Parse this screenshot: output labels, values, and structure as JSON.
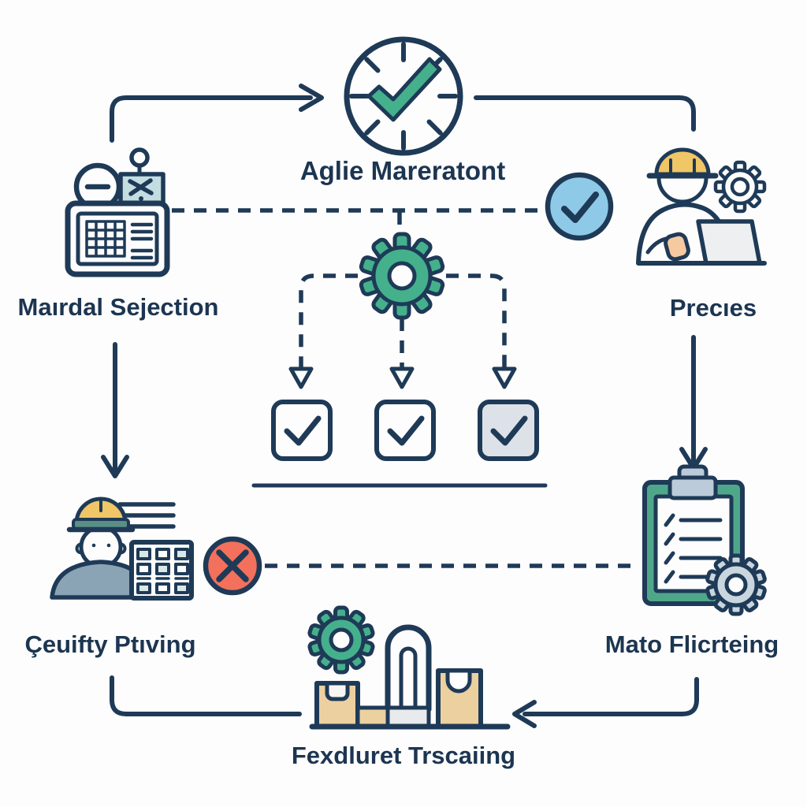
{
  "diagram": {
    "nodes": {
      "timer": {
        "label": "Aglie Mareratont",
        "icon": "clock-check-icon"
      },
      "material": {
        "label": "Maırdal Sejection",
        "icon": "control-panel-icon"
      },
      "process": {
        "label": "Precıes",
        "icon": "engineer-laptop-icon",
        "secondary_icon": "gear-outline-icon"
      },
      "quality": {
        "label": "Çeuifty Ptıving",
        "icon": "worker-keypad-icon"
      },
      "monitoring": {
        "label": "Mato Flicrteing",
        "icon": "clipboard-checklist-gear-icon"
      },
      "production": {
        "label": "Fexdluret Trscaiing",
        "icon": "factory-conveyor-icon"
      }
    },
    "badges": {
      "pass_icon": "blue-check-circle-icon",
      "fail_icon": "red-x-circle-icon",
      "decision_icon": "green-gear-icon",
      "checkbox_states": [
        "checked",
        "checked",
        "checked-filled"
      ]
    },
    "colors": {
      "outline": "#1e3a57",
      "text": "#1c3551",
      "green": "#45b08c",
      "blue": "#8ecae8",
      "red": "#f2705c",
      "yellow": "#f0c666",
      "tan": "#ecd0a0",
      "teal_board": "#4fa78a",
      "light_gray": "#dce2e8",
      "steel": "#8aa3b5"
    }
  }
}
